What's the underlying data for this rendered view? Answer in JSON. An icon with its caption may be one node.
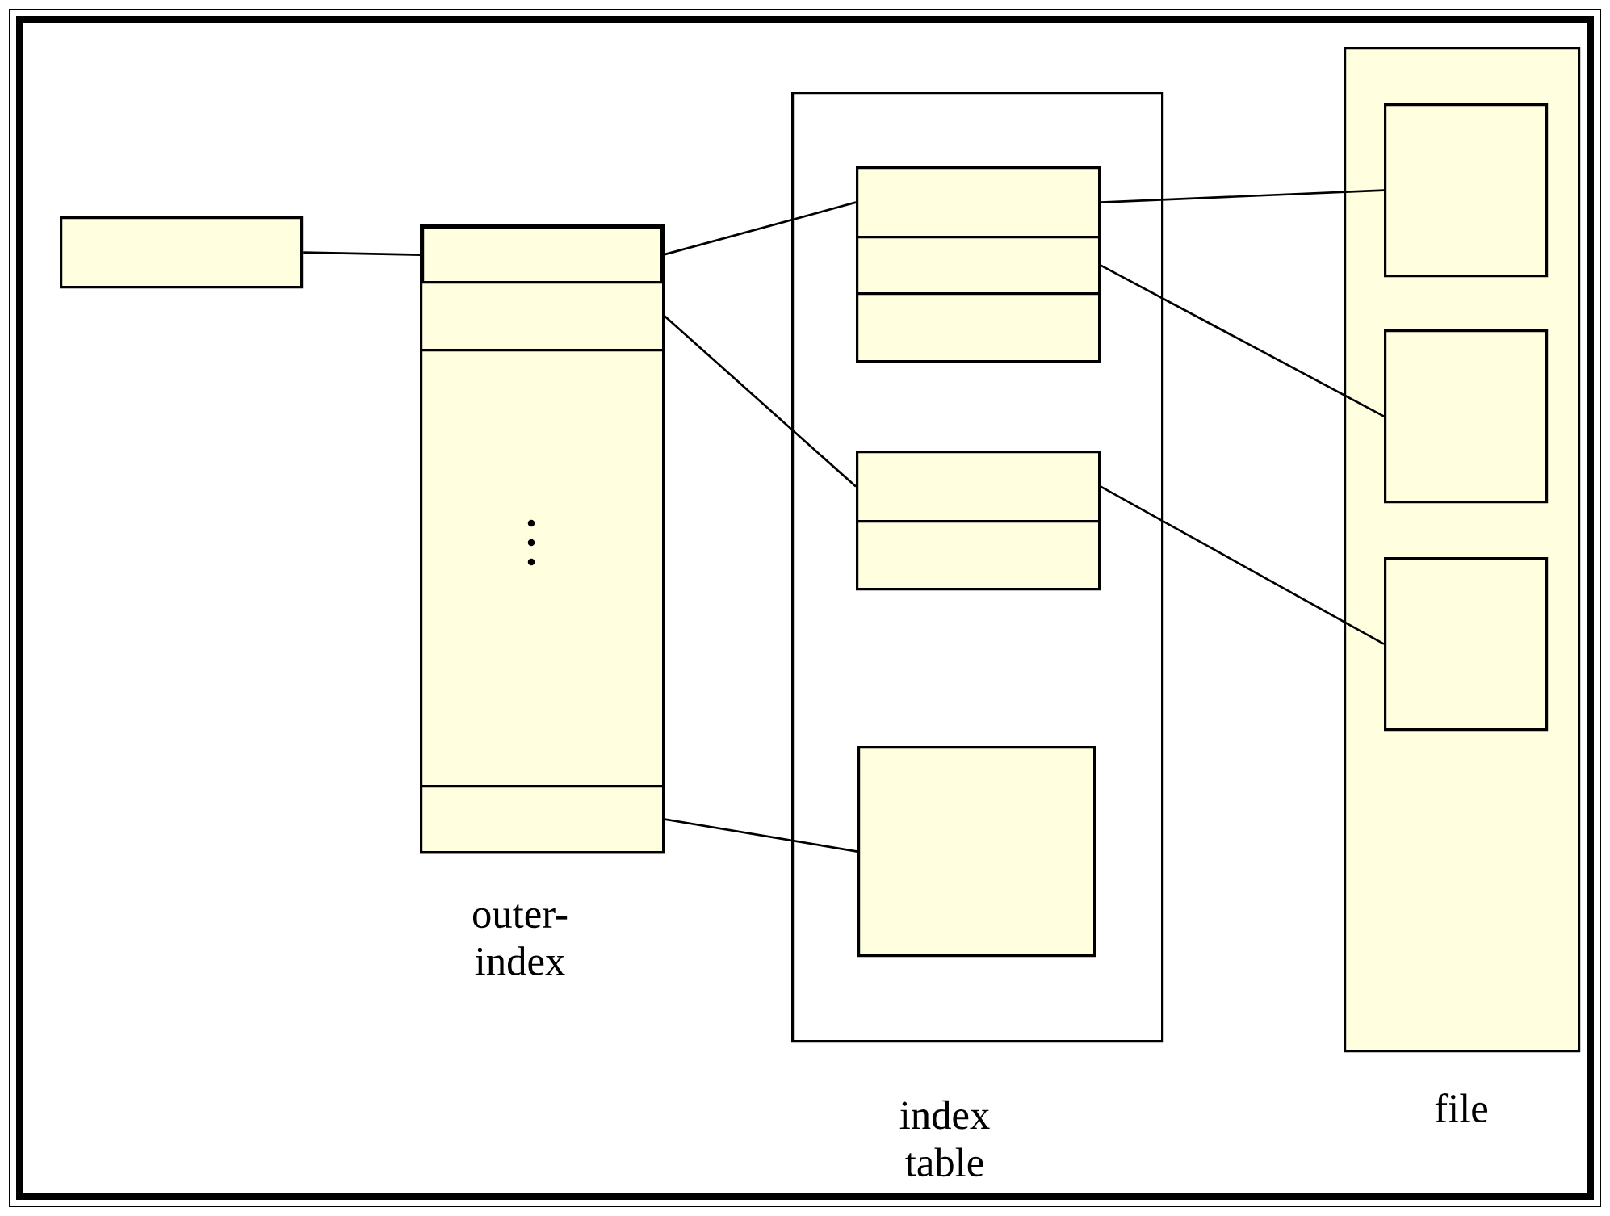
{
  "diagram": {
    "nodes": [
      {
        "text": [],
        "shape": "box"
      },
      {
        "text": [],
        "shape": "box",
        "beside": [
          "outer-index"
        ]
      },
      {
        "text": [],
        "shape": "box",
        "in": 1
      },
      {
        "text": [],
        "shape": "box",
        "in": 1
      },
      {
        "text": [],
        "shape": "box",
        "in": 1
      },
      {
        "text": [],
        "shape": "box",
        "beside": [
          "index table"
        ]
      },
      {
        "text": [],
        "shape": "box",
        "in": 5
      },
      {
        "text": [],
        "shape": "box",
        "in": 5
      },
      {
        "text": [],
        "shape": "box",
        "in": 5
      },
      {
        "text": [],
        "shape": "box",
        "in": 5
      },
      {
        "text": [],
        "shape": "box",
        "in": 5
      },
      {
        "text": [],
        "shape": "box",
        "in": 5
      },
      {
        "text": [],
        "shape": "box",
        "beside": [
          "file"
        ]
      },
      {
        "text": [],
        "shape": "box",
        "in": 12
      },
      {
        "text": [],
        "shape": "box",
        "in": 12
      },
      {
        "text": [],
        "shape": "box",
        "in": 12
      }
    ],
    "edges": [
      {
        "from": 0,
        "to": 2,
        "arrow": "none"
      },
      {
        "from": 2,
        "to": 6,
        "arrow": "none"
      },
      {
        "from": 3,
        "to": 9,
        "arrow": "none"
      },
      {
        "from": 4,
        "to": 11,
        "arrow": "none"
      },
      {
        "from": 6,
        "to": 13,
        "arrow": "none"
      },
      {
        "from": 7,
        "to": 14,
        "arrow": "none"
      },
      {
        "from": 9,
        "to": 15,
        "arrow": "none"
      }
    ]
  }
}
